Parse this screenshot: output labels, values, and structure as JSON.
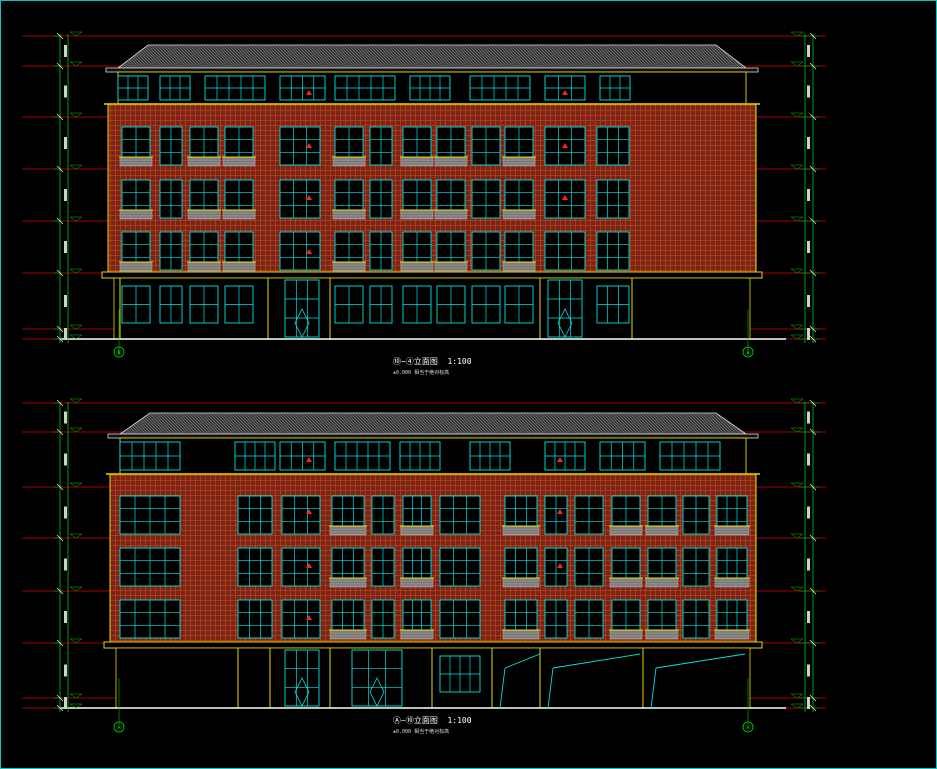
{
  "colors": {
    "background": "#000000",
    "frame": "#00c8c8",
    "wall": "#7a2418",
    "brick_grid": "#c24a1c",
    "window": "#00e5e5",
    "trim": "#e8d800",
    "level_line": "#e00000",
    "dim_line": "#00c000",
    "roof": "#9a9a9a",
    "panel": "#8c8c8c",
    "mark": "#ff2020"
  },
  "drawings": [
    {
      "id": "elev-top",
      "title": "⑩~④立面图",
      "scale": "1:100",
      "note": "±0.000 相当于绝对标高",
      "axis_left": "Ⓑ",
      "axis_right": "Ⓐ"
    },
    {
      "id": "elev-bottom",
      "title": "Ⓐ~⑩立面图",
      "scale": "1:100",
      "note": "±0.000 相当于绝对标高",
      "axis_left": "Ⓐ",
      "axis_right": "Ⓐ"
    }
  ]
}
